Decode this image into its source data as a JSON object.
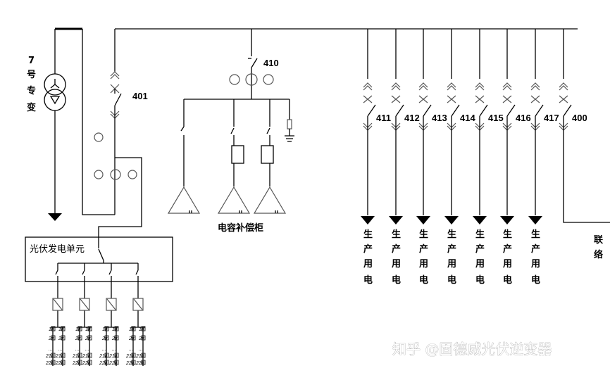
{
  "transformer": {
    "label_chars": [
      "7",
      "号",
      "专",
      "变"
    ]
  },
  "incoming_breaker": {
    "label": "401"
  },
  "capacitor": {
    "breaker_label": "410",
    "cabinet_label": "电容补偿柜"
  },
  "pv_unit": {
    "label": "光伏发电单元",
    "string_count": 4,
    "module_labels": [
      "1#",
      "2#",
      "...",
      "21#",
      "22#"
    ]
  },
  "feeders": [
    {
      "breaker": "411",
      "load_chars": [
        "生",
        "产",
        "用",
        "电"
      ]
    },
    {
      "breaker": "412",
      "load_chars": [
        "生",
        "产",
        "用",
        "电"
      ]
    },
    {
      "breaker": "413",
      "load_chars": [
        "生",
        "产",
        "用",
        "电"
      ]
    },
    {
      "breaker": "414",
      "load_chars": [
        "生",
        "产",
        "用",
        "电"
      ]
    },
    {
      "breaker": "415",
      "load_chars": [
        "生",
        "产",
        "用",
        "电"
      ]
    },
    {
      "breaker": "416",
      "load_chars": [
        "生",
        "产",
        "用",
        "电"
      ]
    },
    {
      "breaker": "417",
      "load_chars": [
        "生",
        "产",
        "用",
        "电"
      ]
    }
  ],
  "tie": {
    "breaker": "400",
    "label_chars": [
      "联",
      "络"
    ]
  },
  "watermark": "知乎 @固德威光伏逆变器"
}
